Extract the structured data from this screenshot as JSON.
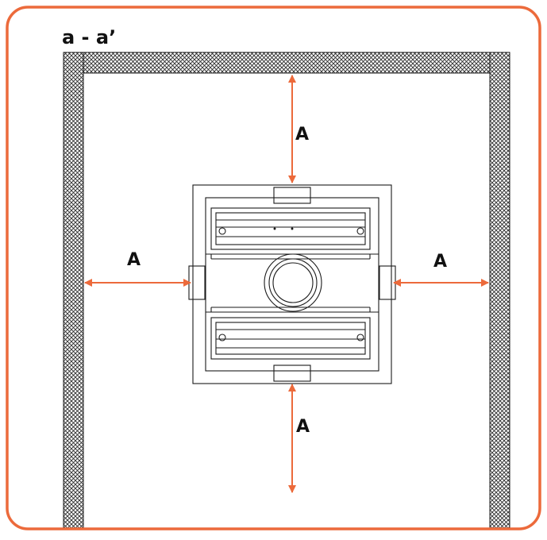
{
  "section_title": "a - a’",
  "dimension_labels": {
    "top": "A",
    "left": "A",
    "right": "A",
    "bottom": "A"
  },
  "colors": {
    "frame": "#ec6a3b",
    "arrow": "#ec6a3b",
    "line": "#1a1a1a",
    "wall_hatch": "#2a2a2a",
    "background": "#ffffff"
  },
  "wall_pattern": "cross-hatch"
}
